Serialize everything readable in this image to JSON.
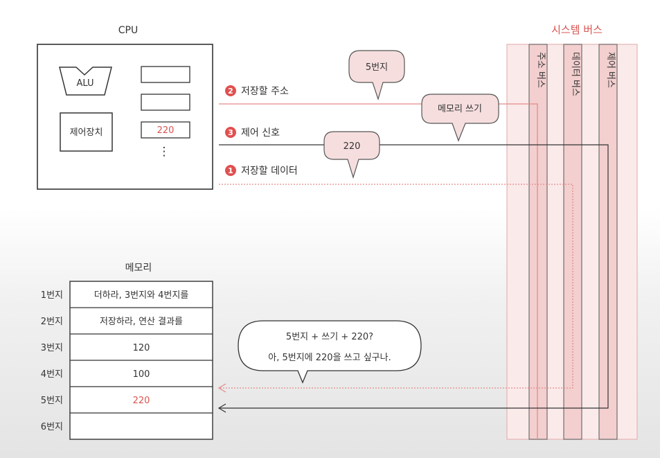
{
  "cpu": {
    "title": "CPU",
    "alu_label": "ALU",
    "control_unit_label": "제어장치",
    "register_value": "220",
    "more_registers": "⋮"
  },
  "signals": {
    "address": {
      "number": "2",
      "label": "저장할 주소",
      "bubble": "5번지"
    },
    "control": {
      "number": "3",
      "label": "제어 신호",
      "bubble": "메모리 쓰기"
    },
    "data": {
      "number": "1",
      "label": "저장할 데이터",
      "bubble": "220"
    }
  },
  "system_bus": {
    "title": "시스템 버스",
    "buses": [
      "주소 버스",
      "데이터 버스",
      "제어 버스"
    ]
  },
  "memory": {
    "title": "메모리",
    "rows": [
      {
        "address": "1번지",
        "content": "더하라, 3번지와 4번지를"
      },
      {
        "address": "2번지",
        "content": "저장하라, 연산 결과를"
      },
      {
        "address": "3번지",
        "content": "120"
      },
      {
        "address": "4번지",
        "content": "100"
      },
      {
        "address": "5번지",
        "content": "220"
      },
      {
        "address": "6번지",
        "content": ""
      }
    ]
  },
  "thought": {
    "line1": "5번지 + 쓰기 + 220?",
    "line2": "아, 5번지에 220을 쓰고 싶구나."
  },
  "colors": {
    "accent": "#d9534f",
    "accent_line": "#e48a8a",
    "bubble_fill": "#f6dede",
    "bus_fill": "#fbeaea",
    "bus_border": "#e7b3b3",
    "badge": "#e05050",
    "ink": "#333333"
  }
}
